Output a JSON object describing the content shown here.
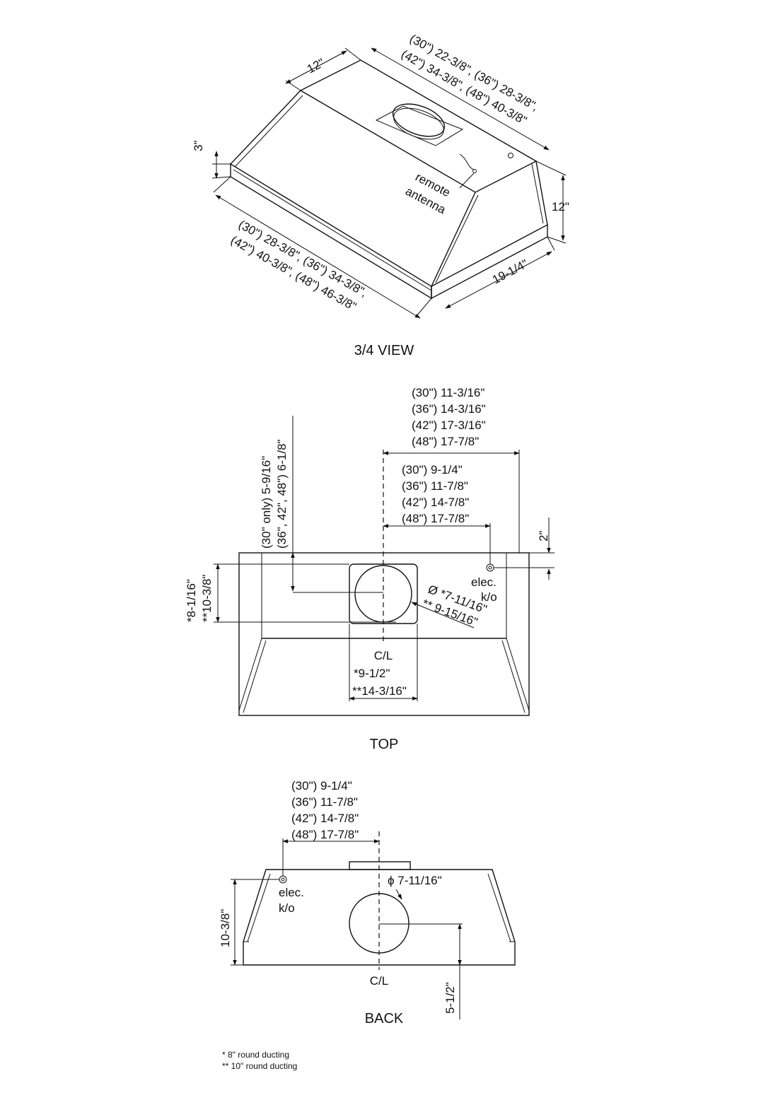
{
  "colors": {
    "ink": "#111111",
    "paper": "#ffffff"
  },
  "three_quarter_view": {
    "title": "3/4 VIEW",
    "depth_top": "12\"",
    "width_top_line1": "(30\") 22-3/8\", (36\") 28-3/8\",",
    "width_top_line2": "(42\") 34-3/8\", (48\") 40-3/8\"",
    "lip_height": "3\"",
    "width_bottom_line1": "(30\") 28-3/8\", (36\") 34-3/8\",",
    "width_bottom_line2": "(42\") 40-3/8\", (48\") 46-3/8\"",
    "height": "12\"",
    "depth_bottom": "19-1/4\"",
    "antenna_line1": "remote",
    "antenna_line2": "antenna"
  },
  "top_view": {
    "title": "TOP",
    "outer_widths": [
      "(30\") 11-3/16\"",
      "(36\") 14-3/16\"",
      "(42\") 17-3/16\"",
      "(48\") 17-7/8\""
    ],
    "knockout_widths": [
      "(30\") 9-1/4\"",
      "(36\") 11-7/8\"",
      "(42\") 14-7/8\"",
      "(48\") 17-7/8\""
    ],
    "duct_offset_line1": "(30\" only) 5-9/16\"",
    "duct_offset_line2": "(36\", 42\", 48\") 6-1/8\"",
    "side_dim_line1": "*8-1/16\"",
    "side_dim_line2": "**10-3/8\"",
    "knockout_offset": "2\"",
    "elec_line1": "elec.",
    "elec_line2": "k/o",
    "diameter_line1": "Ø *7-11/16\"",
    "diameter_line2": "** 9-15/16\"",
    "centerline": "C/L",
    "plate_line1": "*9-1/2\"",
    "plate_line2": "**14-3/16\""
  },
  "back_view": {
    "title": "BACK",
    "knockout_widths": [
      "(30\") 9-1/4\"",
      "(36\") 11-7/8\"",
      "(42\") 14-7/8\"",
      "(48\") 17-7/8\""
    ],
    "diameter": "ϕ 7-11/16\"",
    "elec_line1": "elec.",
    "elec_line2": "k/o",
    "height": "10-3/8\"",
    "centerline": "C/L",
    "duct_height": "5-1/2\""
  },
  "footnotes": {
    "note1": "* 8\" round ducting",
    "note2": "** 10\" round ducting"
  }
}
